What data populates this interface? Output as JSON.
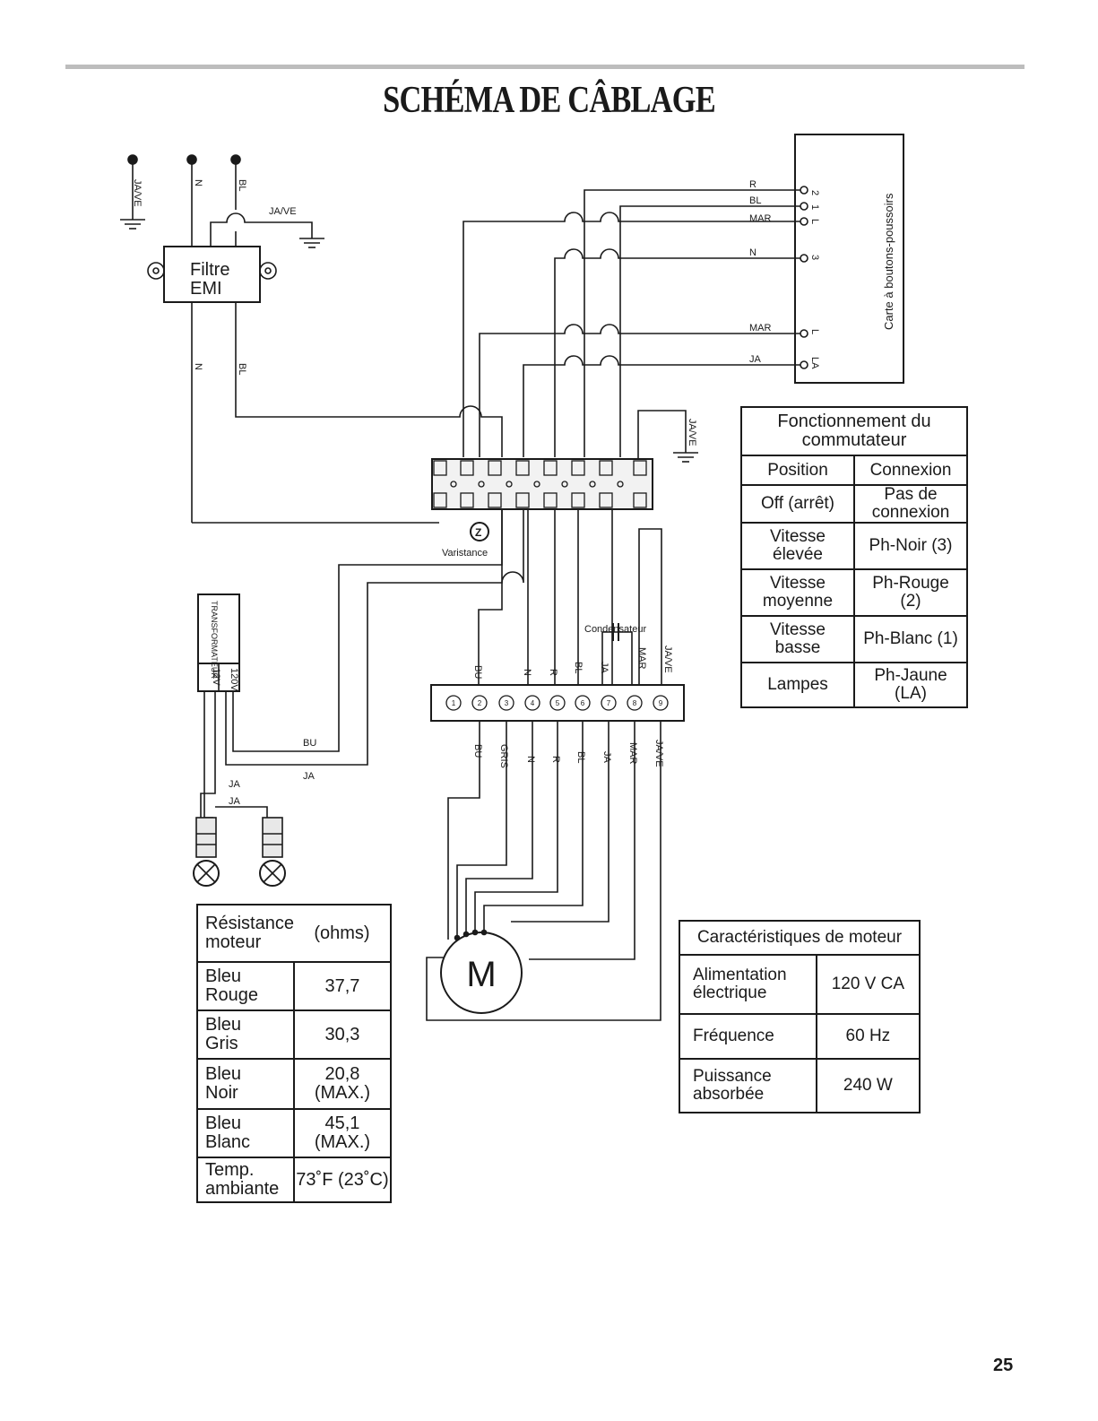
{
  "page": {
    "title": "SCHÉMA DE CÂBLAGE",
    "page_number": "25"
  },
  "wires": {
    "ja_ve": "JA/VE",
    "n": "N",
    "bl": "BL",
    "r": "R",
    "mar": "MAR",
    "ja": "JA",
    "bu": "BU",
    "gris": "GRIS"
  },
  "components": {
    "emi_filter": "Filtre\nEMI",
    "push_board": "Carte à boutons-poussoirs",
    "varistor": "Varistance",
    "capacitor": "Condensateur",
    "transformer": "TRANSFORMATEUR",
    "transformer_12v": "12V",
    "transformer_120v": "120V",
    "motor": "M"
  },
  "push_board_terminals": [
    "2",
    "1",
    "L",
    "3",
    "L",
    "LA"
  ],
  "motor_terminals": [
    "1",
    "2",
    "3",
    "4",
    "5",
    "6",
    "7",
    "8",
    "9"
  ],
  "switch_table": {
    "title": "Fonctionnement du\ncommutateur",
    "headers": [
      "Position",
      "Connexion"
    ],
    "rows": [
      [
        "Off (arrêt)",
        "Pas de\nconnexion"
      ],
      [
        "Vitesse\nélevée",
        "Ph-Noir (3)"
      ],
      [
        "Vitesse\nmoyenne",
        "Ph-Rouge\n(2)"
      ],
      [
        "Vitesse\nbasse",
        "Ph-Blanc (1)"
      ],
      [
        "Lampes",
        "Ph-Jaune\n(LA)"
      ]
    ]
  },
  "resistance_table": {
    "title": "Résistance\nmoteur",
    "unit": "(ohms)",
    "rows": [
      [
        "Bleu\nRouge",
        "37,7"
      ],
      [
        "Bleu\nGris",
        "30,3"
      ],
      [
        "Bleu\nNoir",
        "20,8 (MAX.)"
      ],
      [
        "Bleu\nBlanc",
        "45,1 (MAX.)"
      ],
      [
        "Temp.\nambiante",
        "73˚F (23˚C)"
      ]
    ]
  },
  "motor_table": {
    "title": "Caractéristiques de moteur",
    "rows": [
      [
        "Alimentation\nélectrique",
        "120 V CA"
      ],
      [
        "Fréquence",
        "60 Hz"
      ],
      [
        "Puissance\nabsorbée",
        "240 W"
      ]
    ]
  }
}
